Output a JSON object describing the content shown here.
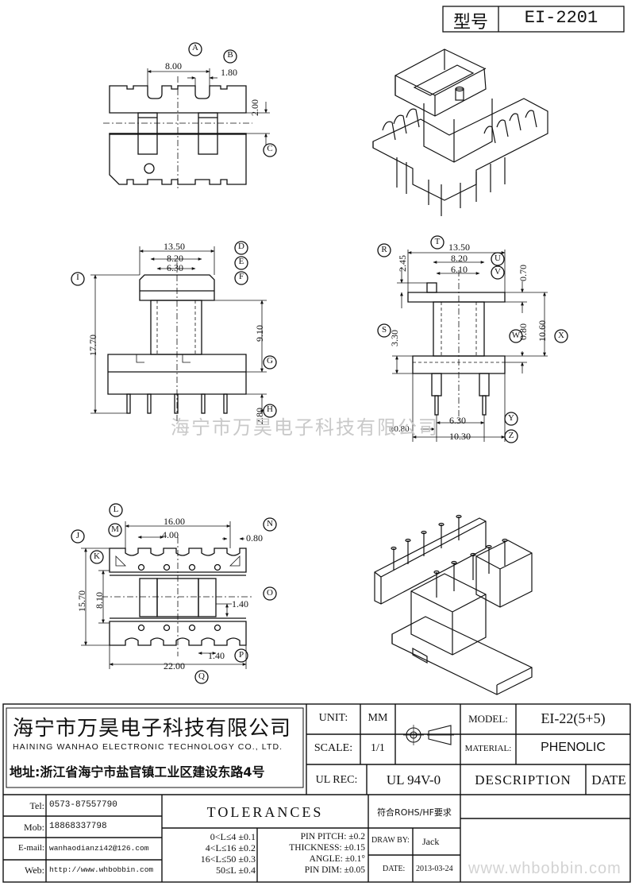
{
  "header": {
    "model_label": "型号",
    "model_value": "EI-2201"
  },
  "views": {
    "top_left": {
      "dims": [
        "8.00",
        "1.80",
        "2.00"
      ],
      "callouts": [
        "A",
        "B",
        "C"
      ]
    },
    "mid_left": {
      "dims": [
        "13.50",
        "8.20",
        "6.30",
        "17.70",
        "9.10",
        "2.80"
      ],
      "callouts": [
        "D",
        "E",
        "F",
        "I",
        "G",
        "H"
      ]
    },
    "mid_right": {
      "dims": [
        "13.50",
        "8.20",
        "6.10",
        "2.45",
        "0.70",
        "3.30",
        "0.80",
        "10.60",
        "6.30",
        "10.30",
        "0.80"
      ],
      "phi_prefix": "φ",
      "callouts": [
        "R",
        "T",
        "U",
        "V",
        "S",
        "W",
        "X",
        "Y",
        "Z"
      ]
    },
    "bottom_left": {
      "dims": [
        "16.00",
        "4.00",
        "0.80",
        "15.70",
        "8.10",
        "1.40",
        "1.40",
        "22.00"
      ],
      "callouts": [
        "L",
        "M",
        "N",
        "J",
        "K",
        "O",
        "P",
        "Q"
      ]
    }
  },
  "watermark": "海宁市万昊电子科技有限公司",
  "watermark_url": "www.whbobbin.com",
  "company": {
    "name_cn": "海宁市万昊电子科技有限公司",
    "name_en": "HAINING WANHAO ELECTRONIC TECHNOLOGY CO., LTD.",
    "address": "地址:浙江省海宁市盐官镇工业区建设东路4号"
  },
  "title_block": {
    "unit_label": "UNIT:",
    "unit_value": "MM",
    "scale_label": "SCALE:",
    "scale_value": "1/1",
    "model_label": "MODEL:",
    "model_value": "EI-22(5+5)",
    "material_label": "MATERIAL:",
    "material_value": "PHENOLIC",
    "ulrec_label": "UL REC:",
    "ulrec_value": "UL 94V-0",
    "description_label": "DESCRIPTION",
    "date_label": "DATE",
    "rohs": "符合ROHS/HF要求",
    "drawby_label": "DRAW BY:",
    "drawby_value": "Jack",
    "date_label2": "DATE:",
    "date_value": "2013-03-24"
  },
  "contacts": [
    {
      "label": "Tel:",
      "value": "0573-87557790"
    },
    {
      "label": "Mob:",
      "value": "18868337798"
    },
    {
      "label": "E-mail:",
      "value": "wanhaodianzi42@126.com"
    },
    {
      "label": "Web:",
      "value": "http://www.whbobbin.com"
    }
  ],
  "tolerances": {
    "title": "TOLERANCES",
    "ranges": [
      "0<L≤4 ±0.1",
      "4<L≤16 ±0.2",
      "16<L≤50 ±0.3",
      "50≤L ±0.4"
    ],
    "specs": [
      "PIN PITCH: ±0.2",
      "THICKNESS: ±0.15",
      "ANGLE: ±0.1°",
      "PIN DIM: ±0.05"
    ]
  }
}
